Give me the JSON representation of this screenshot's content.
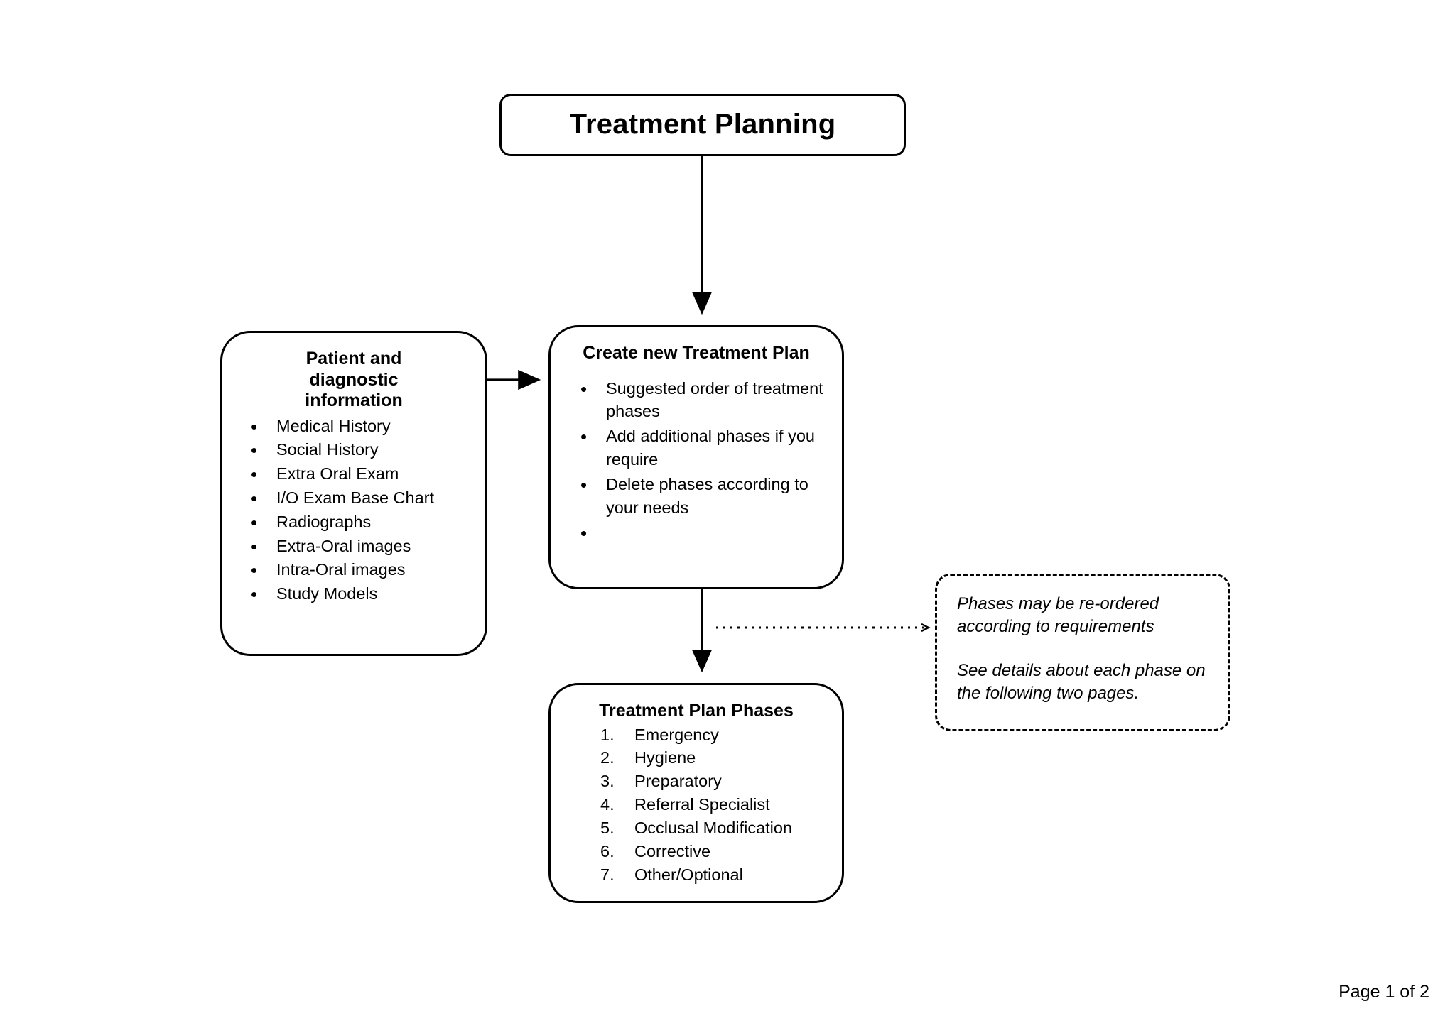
{
  "document": {
    "footer": "Page 1 of 2"
  },
  "title_box": {
    "label": "Treatment Planning"
  },
  "patient_box": {
    "title": "Patient and diagnostic information",
    "items": [
      "Medical History",
      "Social History",
      "Extra Oral Exam",
      "I/O Exam Base Chart",
      "Radiographs",
      "Extra-Oral images",
      "Intra-Oral images",
      "Study Models"
    ]
  },
  "create_box": {
    "title": "Create new Treatment Plan",
    "items": [
      "Suggested order of treatment phases",
      "Add additional phases if you require",
      "Delete phases according to your needs",
      ""
    ]
  },
  "phases_box": {
    "title": "Treatment Plan Phases",
    "items": [
      "Emergency",
      "Hygiene",
      "Preparatory",
      "Referral Specialist",
      "Occlusal Modification",
      "Corrective",
      "Other/Optional"
    ]
  },
  "note_box": {
    "line1": "Phases may be re-ordered according to requirements",
    "line2": "See details about each phase on the following two pages."
  },
  "connectors": {
    "title_to_create": "solid-arrow-down",
    "patient_to_create": "solid-arrow-right",
    "create_to_phases": "solid-arrow-down",
    "create_to_note": "dotted-arrow-right"
  },
  "colors": {
    "stroke": "#000000",
    "background": "#ffffff",
    "text": "#000000"
  }
}
